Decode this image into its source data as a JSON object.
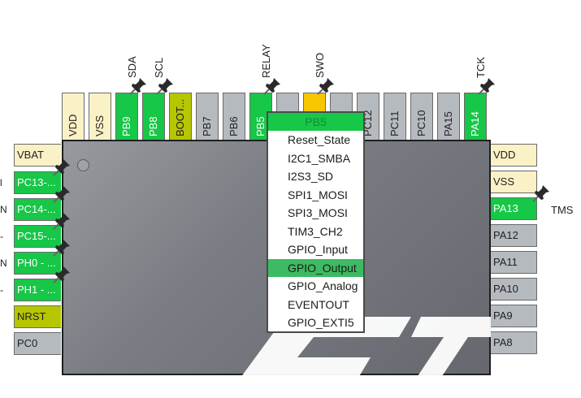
{
  "top_pins": [
    {
      "label": "VDD",
      "color": "cream"
    },
    {
      "label": "VSS",
      "color": "cream"
    },
    {
      "label": "PB9",
      "color": "green"
    },
    {
      "label": "PB8",
      "color": "green"
    },
    {
      "label": "BOOT...",
      "color": "olive"
    },
    {
      "label": "PB7",
      "color": "gray"
    },
    {
      "label": "PB6",
      "color": "gray"
    },
    {
      "label": "PB5",
      "color": "green"
    },
    {
      "label": "",
      "color": "gray"
    },
    {
      "label": "",
      "color": "yellow"
    },
    {
      "label": "",
      "color": "gray"
    },
    {
      "label": "PC12",
      "color": "gray"
    },
    {
      "label": "PC11",
      "color": "gray"
    },
    {
      "label": "PC10",
      "color": "gray"
    },
    {
      "label": "PA15",
      "color": "gray"
    },
    {
      "label": "PA14",
      "color": "green"
    }
  ],
  "top_signals": {
    "sda": "SDA",
    "scl": "SCL",
    "relay": "RELAY",
    "swo": "SWO",
    "tck": "TCK"
  },
  "left_pins": [
    {
      "label": "VBAT",
      "color": "cream"
    },
    {
      "label": "PC13-...",
      "color": "green"
    },
    {
      "label": "PC14-...",
      "color": "green"
    },
    {
      "label": "PC15-...",
      "color": "green"
    },
    {
      "label": "PH0 - ...",
      "color": "green"
    },
    {
      "label": "PH1 - ...",
      "color": "green"
    },
    {
      "label": "NRST",
      "color": "olive"
    },
    {
      "label": "PC0",
      "color": "gray"
    }
  ],
  "left_edge_text": [
    "l",
    "N",
    "-",
    "N",
    "-"
  ],
  "right_pins": [
    {
      "label": "VDD",
      "color": "cream"
    },
    {
      "label": "VSS",
      "color": "cream"
    },
    {
      "label": "PA13",
      "color": "green"
    },
    {
      "label": "PA12",
      "color": "gray"
    },
    {
      "label": "PA11",
      "color": "gray"
    },
    {
      "label": "PA10",
      "color": "gray"
    },
    {
      "label": "PA9",
      "color": "gray"
    },
    {
      "label": "PA8",
      "color": "gray"
    }
  ],
  "right_signals": {
    "tms": "TMS"
  },
  "menu": {
    "title": "PB5",
    "items": [
      "Reset_State",
      "I2C1_SMBA",
      "I2S3_SD",
      "SPI1_MOSI",
      "SPI3_MOSI",
      "TIM3_CH2",
      "GPIO_Input",
      "GPIO_Output",
      "GPIO_Analog",
      "EVENTOUT",
      "GPIO_EXTI5"
    ],
    "selected_index": 7
  },
  "colors": {
    "green": "#17c747",
    "cream": "#fbf1c6",
    "gray": "#b5babf",
    "olive": "#b6c600",
    "yellow": "#f7c600",
    "menu_selected": "#3dba63"
  }
}
